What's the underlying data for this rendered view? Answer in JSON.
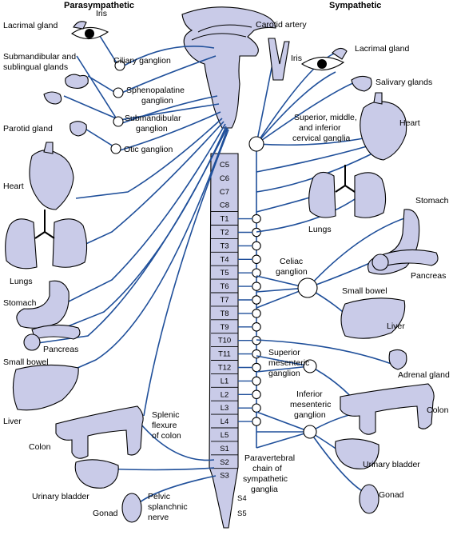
{
  "headers": {
    "left": "Parasympathetic",
    "right": "Sympathetic"
  },
  "labels": {
    "lacrimal_gland_l": "Lacrimal gland",
    "iris_l": "Iris",
    "submandibular_sublingual_1": "Submandibular and",
    "submandibular_sublingual_2": "sublingual glands",
    "ciliary_ganglion": "Ciliary ganglion",
    "sphenopalatine_1": "Sphenopalatine",
    "sphenopalatine_2": "ganglion",
    "submandibular_ganglion_1": "Submandibular",
    "submandibular_ganglion_2": "ganglion",
    "parotid_gland": "Parotid gland",
    "otic_ganglion": "Otic ganglion",
    "heart_l": "Heart",
    "lungs_l": "Lungs",
    "stomach_l": "Stomach",
    "pancreas_l": "Pancreas",
    "small_bowel_l": "Small bowel",
    "liver_l": "Liver",
    "colon_l": "Colon",
    "splenic_1": "Splenic",
    "splenic_2": "flexure",
    "splenic_3": "of colon",
    "urinary_bladder_l": "Urinary bladder",
    "gonad_l": "Gonad",
    "pelvic_1": "Pelvic",
    "pelvic_2": "splanchnic",
    "pelvic_3": "nerve",
    "carotid_artery": "Carotid artery",
    "iris_r": "Iris",
    "lacrimal_gland_r": "Lacrimal gland",
    "salivary_glands": "Salivary glands",
    "cervical_1": "Superior, middle,",
    "cervical_2": "and inferior",
    "cervical_3": "cervical ganglia",
    "heart_r": "Heart",
    "lungs_r": "Lungs",
    "stomach_r": "Stomach",
    "celiac_1": "Celiac",
    "celiac_2": "ganglion",
    "small_bowel_r": "Small bowel",
    "pancreas_r": "Pancreas",
    "liver_r": "Liver",
    "superior_mes_1": "Superior",
    "superior_mes_2": "mesenteric",
    "superior_mes_3": "ganglion",
    "adrenal_gland": "Adrenal gland",
    "inferior_mes_1": "Inferior",
    "inferior_mes_2": "mesenteric",
    "inferior_mes_3": "ganglion",
    "colon_r": "Colon",
    "urinary_bladder_r": "Urinary bladder",
    "gonad_r": "Gonad",
    "paravertebral_1": "Paravertebral",
    "paravertebral_2": "chain of",
    "paravertebral_3": "sympathetic",
    "paravertebral_4": "ganglia"
  },
  "spine_segments": [
    "C5",
    "C6",
    "C7",
    "C8",
    "T1",
    "T2",
    "T3",
    "T4",
    "T5",
    "T6",
    "T7",
    "T8",
    "T9",
    "T10",
    "T11",
    "T12",
    "L1",
    "L2",
    "L3",
    "L4",
    "L5",
    "S1",
    "S2",
    "S3"
  ],
  "sacral_below": [
    "S4",
    "S5"
  ],
  "colors": {
    "nerve": "#1f4f9a",
    "organ_fill": "#c9cbe8",
    "outline": "#000000"
  }
}
